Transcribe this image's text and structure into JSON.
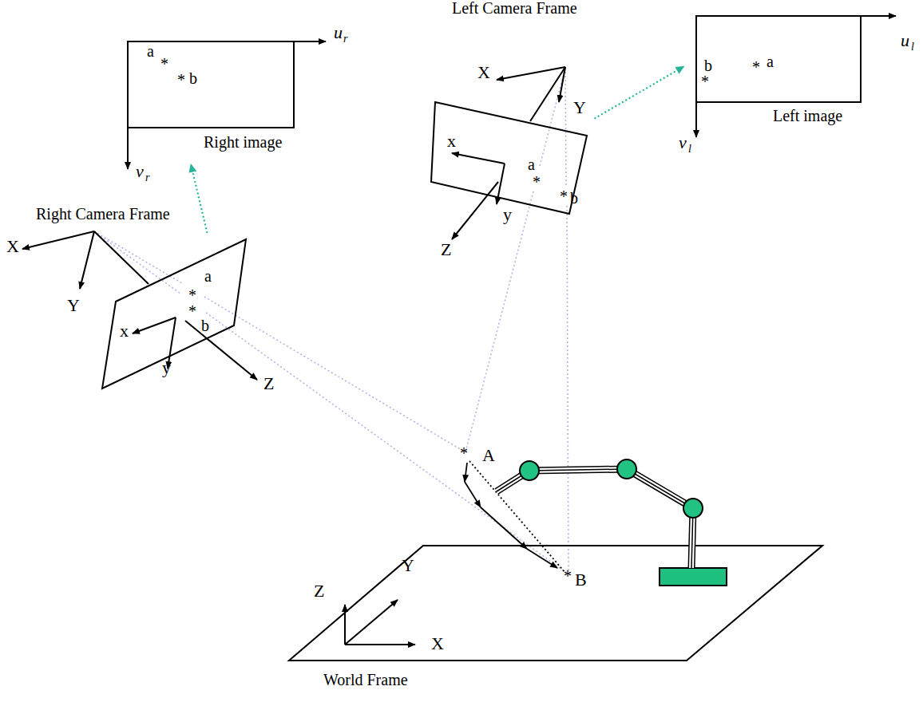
{
  "diagram": {
    "nodes": [
      {
        "text": [
          "a",
          "*",
          "*",
          "b",
          "Right image"
        ]
      },
      {
        "text": [
          "b",
          "*",
          "*",
          "a",
          "Left image"
        ]
      },
      {
        "text": [
          "a",
          "*",
          "*",
          "b"
        ]
      },
      {
        "text": [
          "a",
          "*",
          "*",
          "b"
        ]
      }
    ],
    "edges": [
      {
        "from": 2,
        "to": 0,
        "arrow": "to"
      },
      {
        "from": 3,
        "to": 1,
        "arrow": "to"
      }
    ],
    "labels": [
      "u",
      "r",
      "v",
      "r",
      "Right Camera Frame",
      "X",
      "Y",
      "x",
      "y",
      "Z",
      "Left Camera Frame",
      "X",
      "Y",
      "x",
      "y",
      "Z",
      "u",
      "l",
      "v",
      "l",
      "*",
      "A",
      "*",
      "B",
      "Z",
      "Y",
      "X",
      "World Frame"
    ]
  }
}
